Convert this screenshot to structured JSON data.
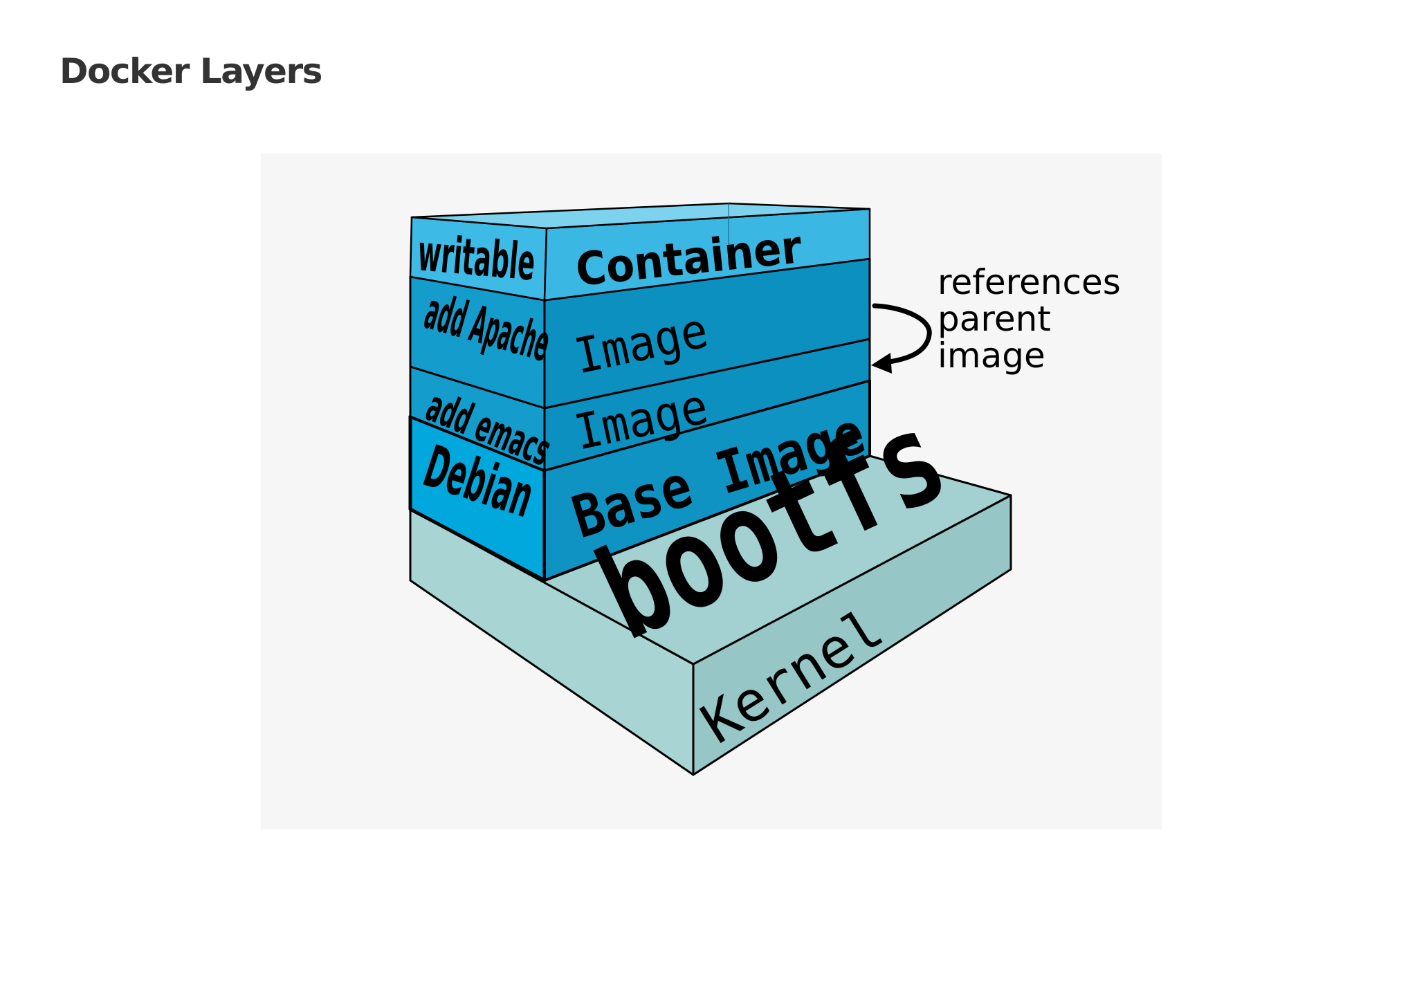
{
  "page": {
    "title": "Docker Layers"
  },
  "diagram": {
    "colors": {
      "background": "#f6f6f6",
      "container_layer": "#3dbbe6",
      "image_layer": "#0b98c9",
      "base_layer_side": "#00a8dd",
      "bootfs_layer": "#a9d4d4",
      "outline": "#000000"
    },
    "layers": [
      {
        "id": "container",
        "side_label": "writable",
        "front_label": "Container"
      },
      {
        "id": "apache",
        "side_label": "add Apache",
        "front_label": "Image"
      },
      {
        "id": "emacs",
        "side_label": "add emacs",
        "front_label": "Image"
      },
      {
        "id": "base",
        "side_label": "Debian",
        "front_label": "Base Image"
      },
      {
        "id": "bootfs",
        "top_label": "bootfs",
        "front_label": "Kernel"
      }
    ],
    "annotation": {
      "line1": "references",
      "line2": "parent",
      "line3": "image",
      "arrow_icon": "curved-arrow-icon"
    }
  }
}
